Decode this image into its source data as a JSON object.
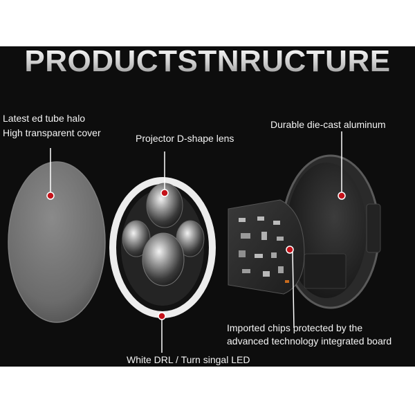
{
  "title": "PRODUCTSTNRUCTURE",
  "labels": {
    "cover_line1": "Latest ed tube halo",
    "cover_line2": "High transparent cover",
    "lens": "Projector D-shape lens",
    "housing": "Durable die-cast aluminum",
    "chips_line1": "Imported chips protected by the",
    "chips_line2": "advanced technology integrated board",
    "drl": "White DRL / Turn singal LED"
  },
  "colors": {
    "background": "#0d0d0d",
    "marker": "#c4121a",
    "text": "#f4f4f4"
  }
}
